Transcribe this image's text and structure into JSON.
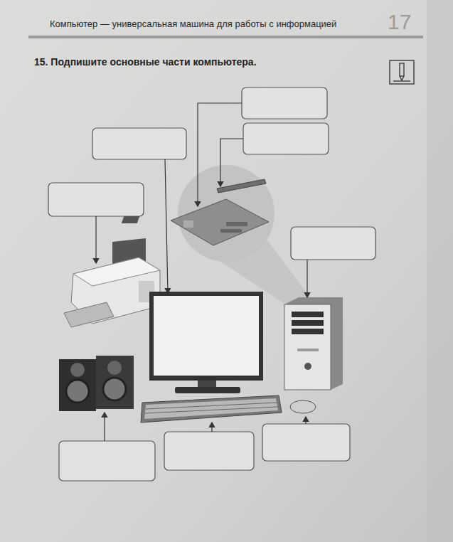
{
  "diagram": {
    "title": "15. Подпишите основные части компьютера.",
    "labels": [
      "Компьютер — универсальная машина для работы с информацией",
      "17"
    ]
  }
}
